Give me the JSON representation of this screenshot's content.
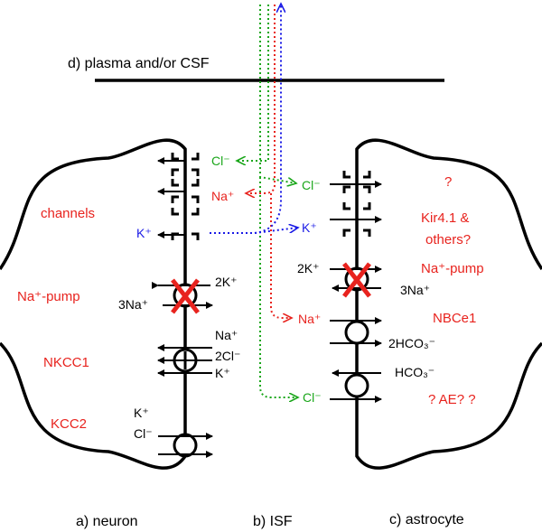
{
  "colors": {
    "red": "#e8231e",
    "green": "#1aa61a",
    "blue": "#1a1ae6",
    "black": "#000000"
  },
  "compartments": {
    "plasma": "d) plasma and/or CSF",
    "neuron": "a) neuron",
    "isf": "b) ISF",
    "astrocyte": "c) astrocyte"
  },
  "neuron_labels": {
    "channels": "channels",
    "napump": "Na⁺-pump",
    "nkcc1": "NKCC1",
    "kcc2": "KCC2"
  },
  "neuron_ions": {
    "cl_channel": "Cl⁻",
    "na_channel": "Na⁺",
    "k_channel": "K⁺",
    "pump_2k": "2K⁺",
    "pump_3na": "3Na⁺",
    "nkcc_na": "Na⁺",
    "nkcc_2cl": "2Cl⁻",
    "nkcc_k": "K⁺",
    "kcc_k": "K⁺",
    "kcc_cl": "Cl⁻"
  },
  "isf_ions": {
    "cl_top": "Cl⁻",
    "k_mid": "K⁺",
    "na_mid": "Na⁺",
    "cl_bottom": "Cl⁻"
  },
  "astro_ions": {
    "pump_2k": "2K⁺",
    "pump_3na": "3Na⁺",
    "nbc_hco3": "2HCO₃⁻",
    "ae_hco3": "HCO₃⁻"
  },
  "astro_labels": {
    "unknown": "?",
    "kir": "Kir4.1 &",
    "kir2": "others?",
    "napump": "Na⁺-pump",
    "nbce1": "NBCe1",
    "ae": "? AE? ?"
  }
}
